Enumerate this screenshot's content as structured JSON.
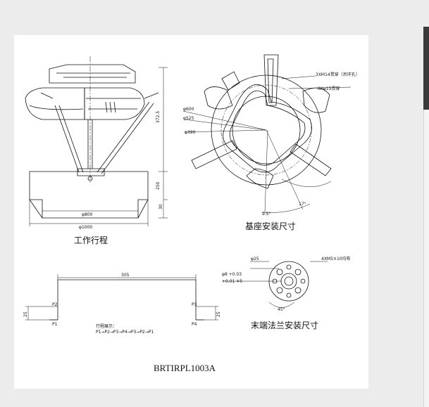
{
  "drawing": {
    "model_code": "BRTIRPL1003A",
    "views": {
      "side_view": {
        "caption": "工作行程",
        "dims_vertical": [
          "372.5",
          "250",
          "30"
        ],
        "dims_horizontal": [
          "φ800",
          "φ1000"
        ]
      },
      "top_view": {
        "caption": "基座安装尺寸",
        "dims": [
          "φ600",
          "φ525",
          "φ390"
        ],
        "notes": [
          "3XM14贯穿（吊环孔）",
          "6Xφ15贯穿"
        ],
        "angles": [
          "9.5°",
          "17°"
        ]
      },
      "stroke_view": {
        "span_label": "305",
        "height_label": "25",
        "points": [
          "P1",
          "P2",
          "P3",
          "P4"
        ],
        "legend_title": "行程展示：",
        "legend_seq": "P1→P2→P3→P4→P3→P2→P1"
      },
      "flange_view": {
        "caption": "末端法兰安装尺寸",
        "dia_label": "φ25",
        "tol_label_1": "φ8 +0.03",
        "tol_label_2": "+0.01 ∓5",
        "hole_note": "4XM5∓10均布",
        "angle_label": "45°"
      }
    }
  }
}
